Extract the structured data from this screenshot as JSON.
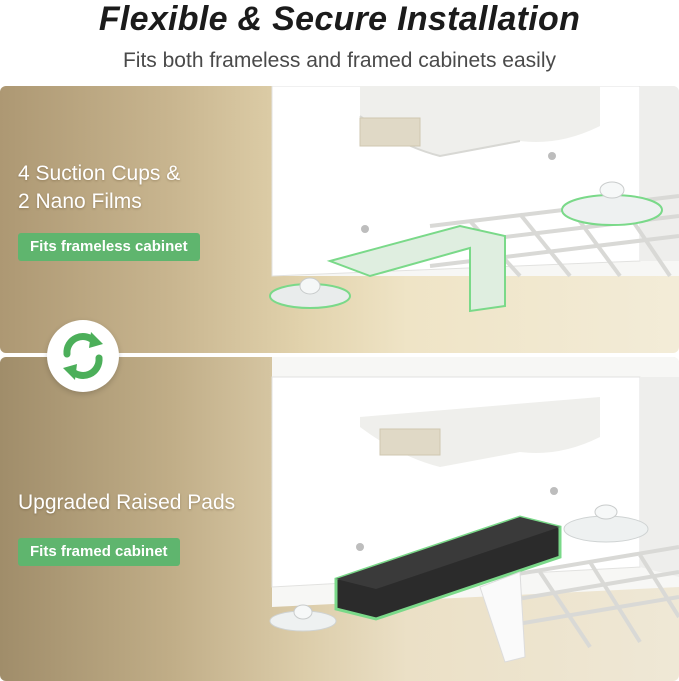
{
  "header": {
    "title": "Flexible & Secure Installation",
    "subtitle": "Fits both frameless and framed cabinets easily"
  },
  "panels": [
    {
      "label_line1": "4 Suction Cups &",
      "label_line2": "2 Nano Films",
      "badge": "Fits frameless cabinet"
    },
    {
      "label_line1": "Upgraded Raised Pads",
      "badge": "Fits framed cabinet"
    }
  ],
  "colors": {
    "badge_green": "#5fb56e",
    "highlight_green": "#7ad989",
    "swap_icon_green": "#4caf5a"
  },
  "icons": {
    "swap": "swap-arrows-icon"
  }
}
